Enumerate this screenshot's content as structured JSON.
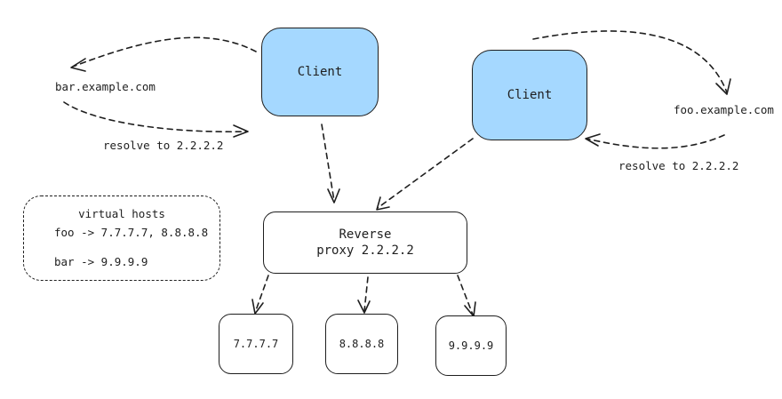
{
  "clients": [
    {
      "label": "Client"
    },
    {
      "label": "Client"
    }
  ],
  "hosts": {
    "bar": "bar.example.com",
    "foo": "foo.example.com"
  },
  "resolve_labels": {
    "bar": "resolve to 2.2.2.2",
    "foo": "resolve to 2.2.2.2"
  },
  "proxy": {
    "line1": "Reverse",
    "line2": "proxy 2.2.2.2"
  },
  "backends": [
    "7.7.7.7",
    "8.8.8.8",
    "9.9.9.9"
  ],
  "virtual_hosts": {
    "title": "virtual hosts",
    "rows": [
      "foo -> 7.7.7.7, 8.8.8.8",
      "bar -> 9.9.9.9"
    ]
  },
  "colors": {
    "client_fill": "#a5d8ff",
    "stroke": "#1e1e1e",
    "background": "#ffffff"
  }
}
